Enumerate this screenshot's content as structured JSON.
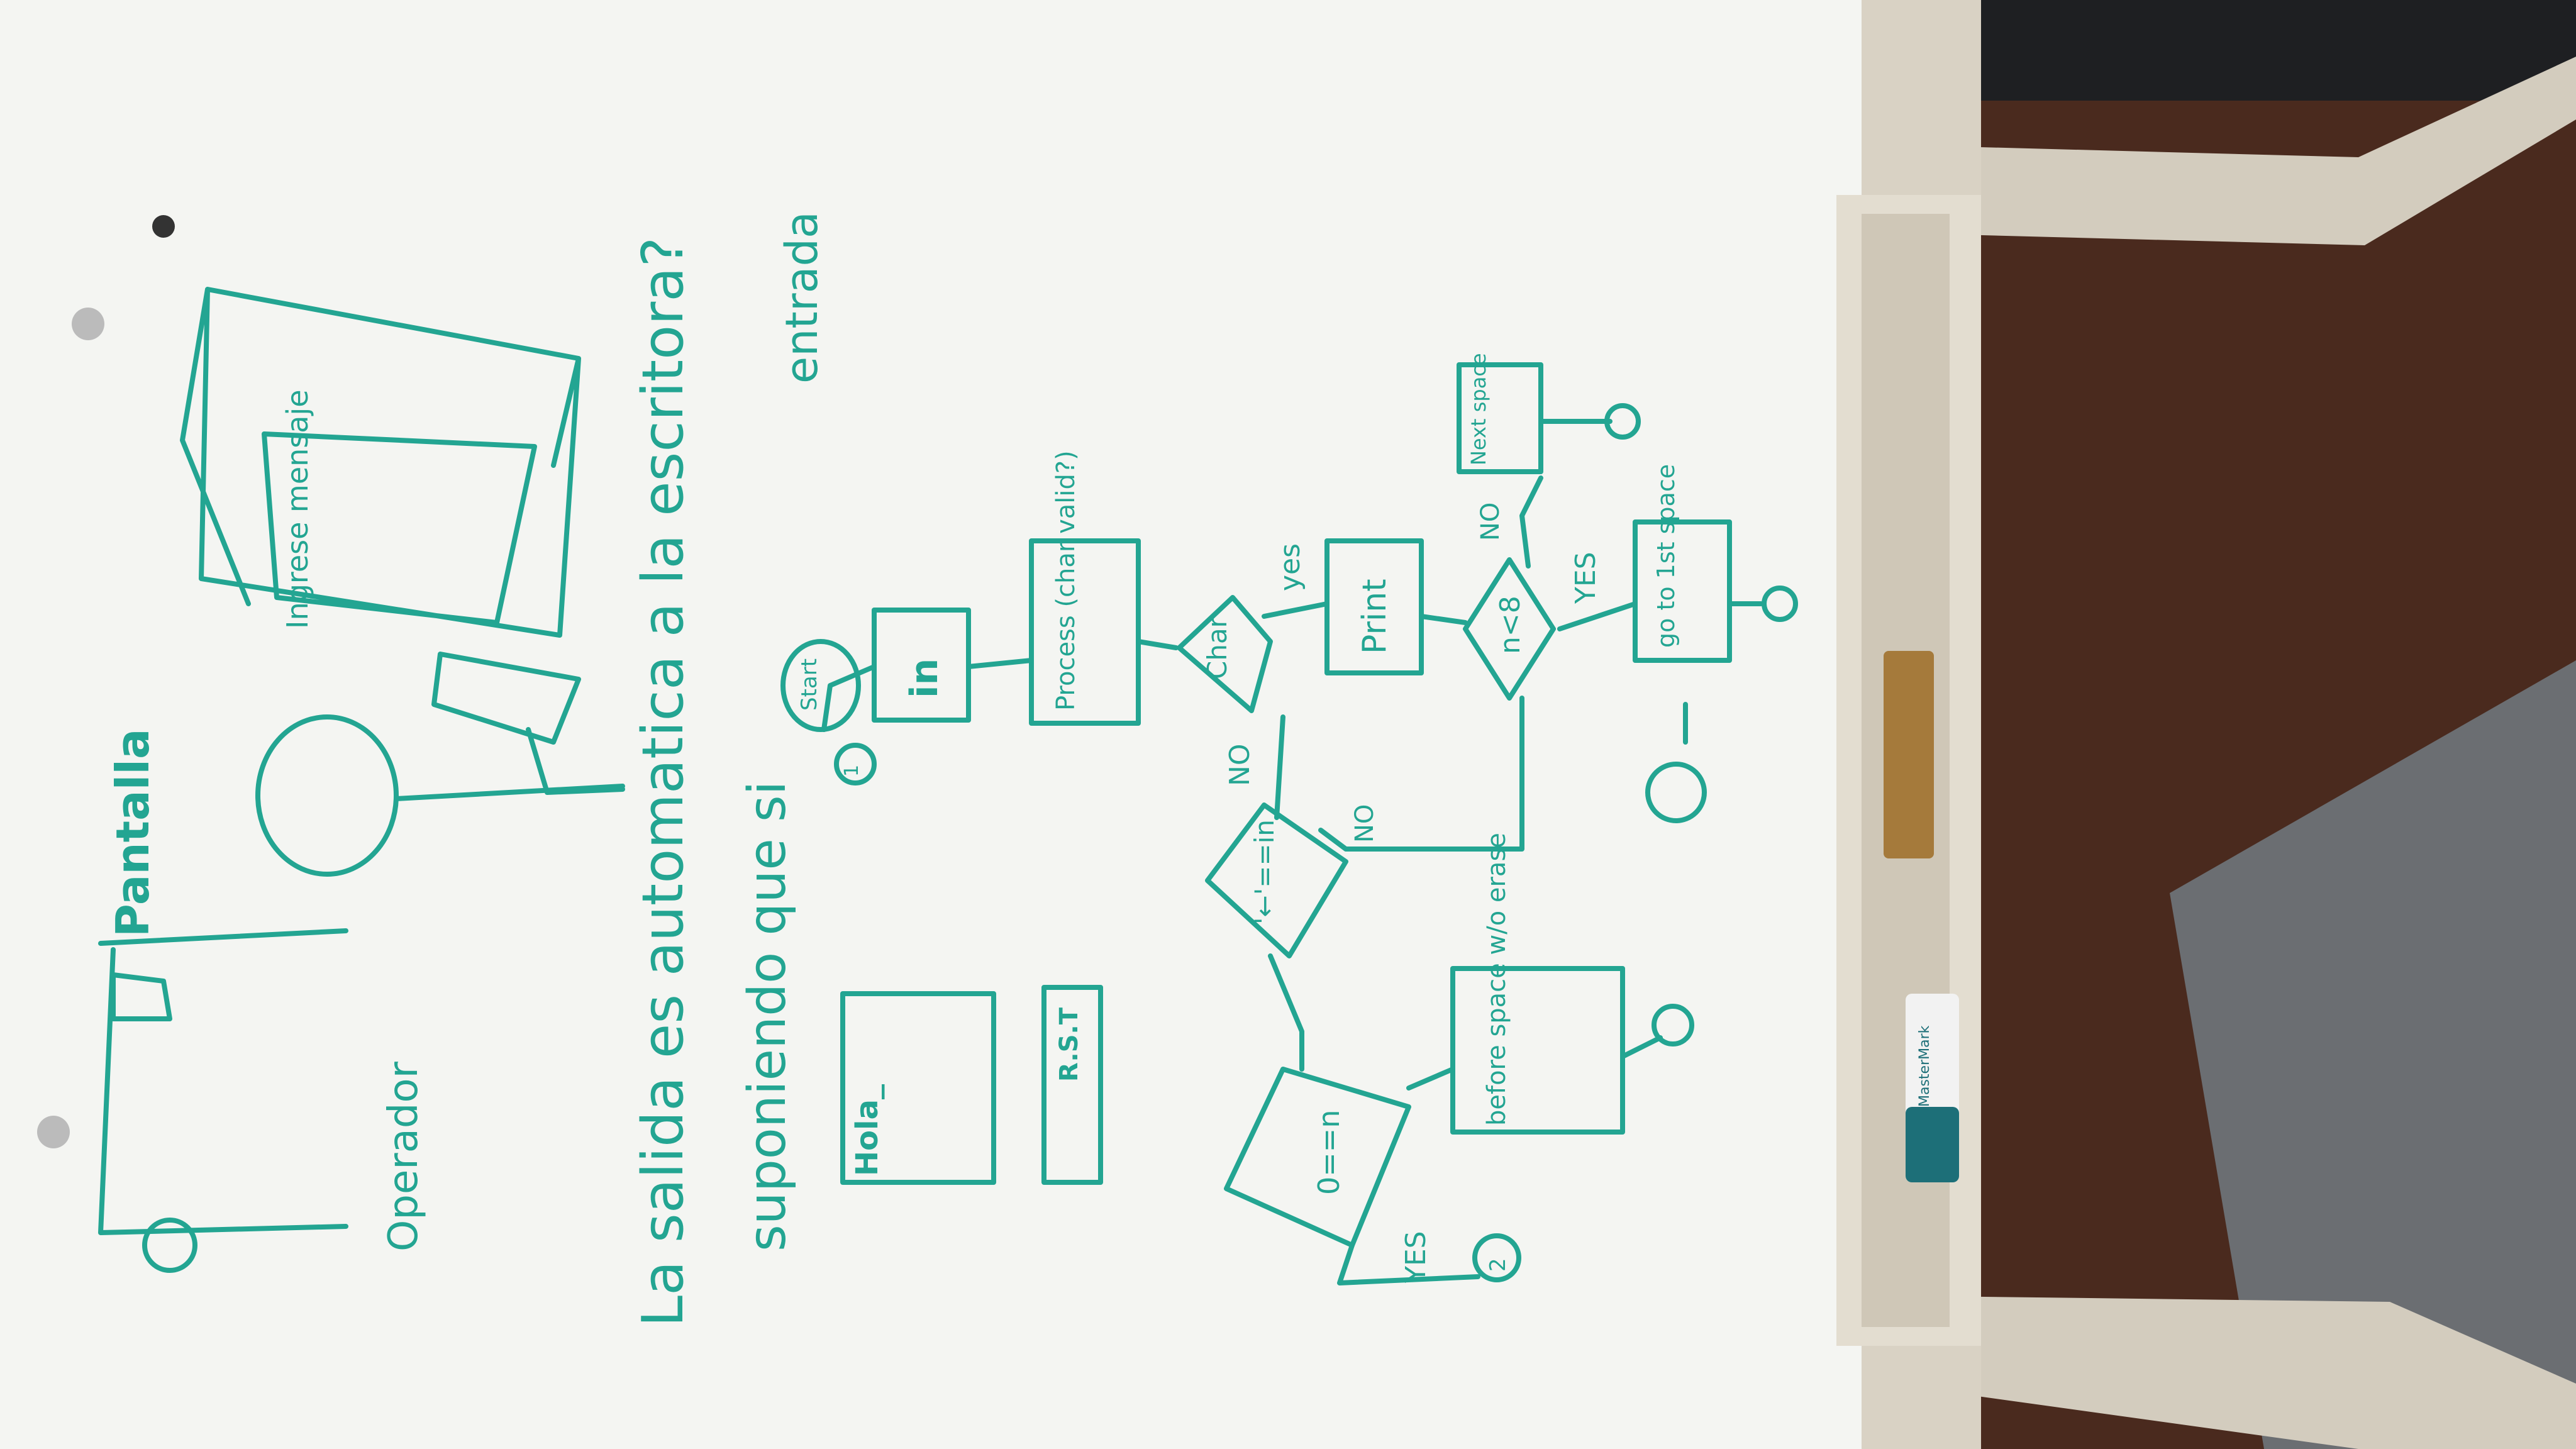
{
  "colors": {
    "marker": "#23a592",
    "board": "#f4f5f2",
    "frame": "#d9d2c4",
    "carpet": "#4a2a1e",
    "floor_grey": "#6b6e72"
  },
  "whiteboard": {
    "heading_line1": "La salida es automatica a la escritora?",
    "heading_line2": "suponiendo que si",
    "heading_extra": "entrada",
    "sketch": {
      "screen_label": "Pantalla",
      "screen_prompt": "Ingrese mensaje",
      "operator_label": "Operador",
      "small_screen_text": "Hola_",
      "keyboard_key": "R.S.T"
    },
    "flowchart": {
      "start": "Start",
      "input": "in",
      "process": "Process (char valid?)",
      "decision_char": "Char",
      "yes1": "yes",
      "no1": "NO",
      "print": "Print",
      "decision_n8": "n<8",
      "no2": "NO",
      "yes2": "YES",
      "next_space": "Next space",
      "goto_first_space": "go to 1st space",
      "decision_backspace": "'←'==in",
      "no3": "NO",
      "decision_zero": "0==n",
      "yes3": "YES",
      "before_space": "before space w/o erase",
      "connector1": "1",
      "connector2": "2"
    }
  },
  "marker_brand": "MasterMark"
}
